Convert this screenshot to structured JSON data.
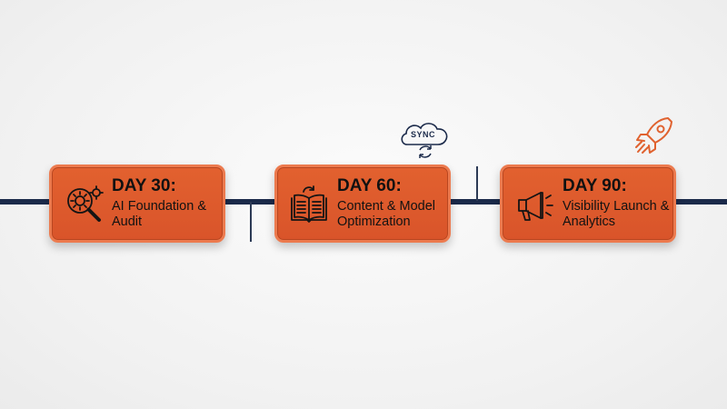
{
  "timeline": {
    "milestones": [
      {
        "day": "DAY 30:",
        "title": "AI Foundation & Audit",
        "icon": "gear-magnifier-icon"
      },
      {
        "day": "DAY 60:",
        "title": "Content & Model Optimization",
        "icon": "book-sync-icon"
      },
      {
        "day": "DAY 90:",
        "title": "Visibility Launch & Analytics",
        "icon": "megaphone-icon"
      }
    ],
    "sync_label": "SYNC",
    "decorations": [
      "sync-cloud-icon",
      "rocket-icon"
    ]
  },
  "colors": {
    "card": "#dd5a2c",
    "card_border": "#ec7a4e",
    "line": "#1b2a4a",
    "text": "#111111",
    "rocket": "#e0622f"
  }
}
